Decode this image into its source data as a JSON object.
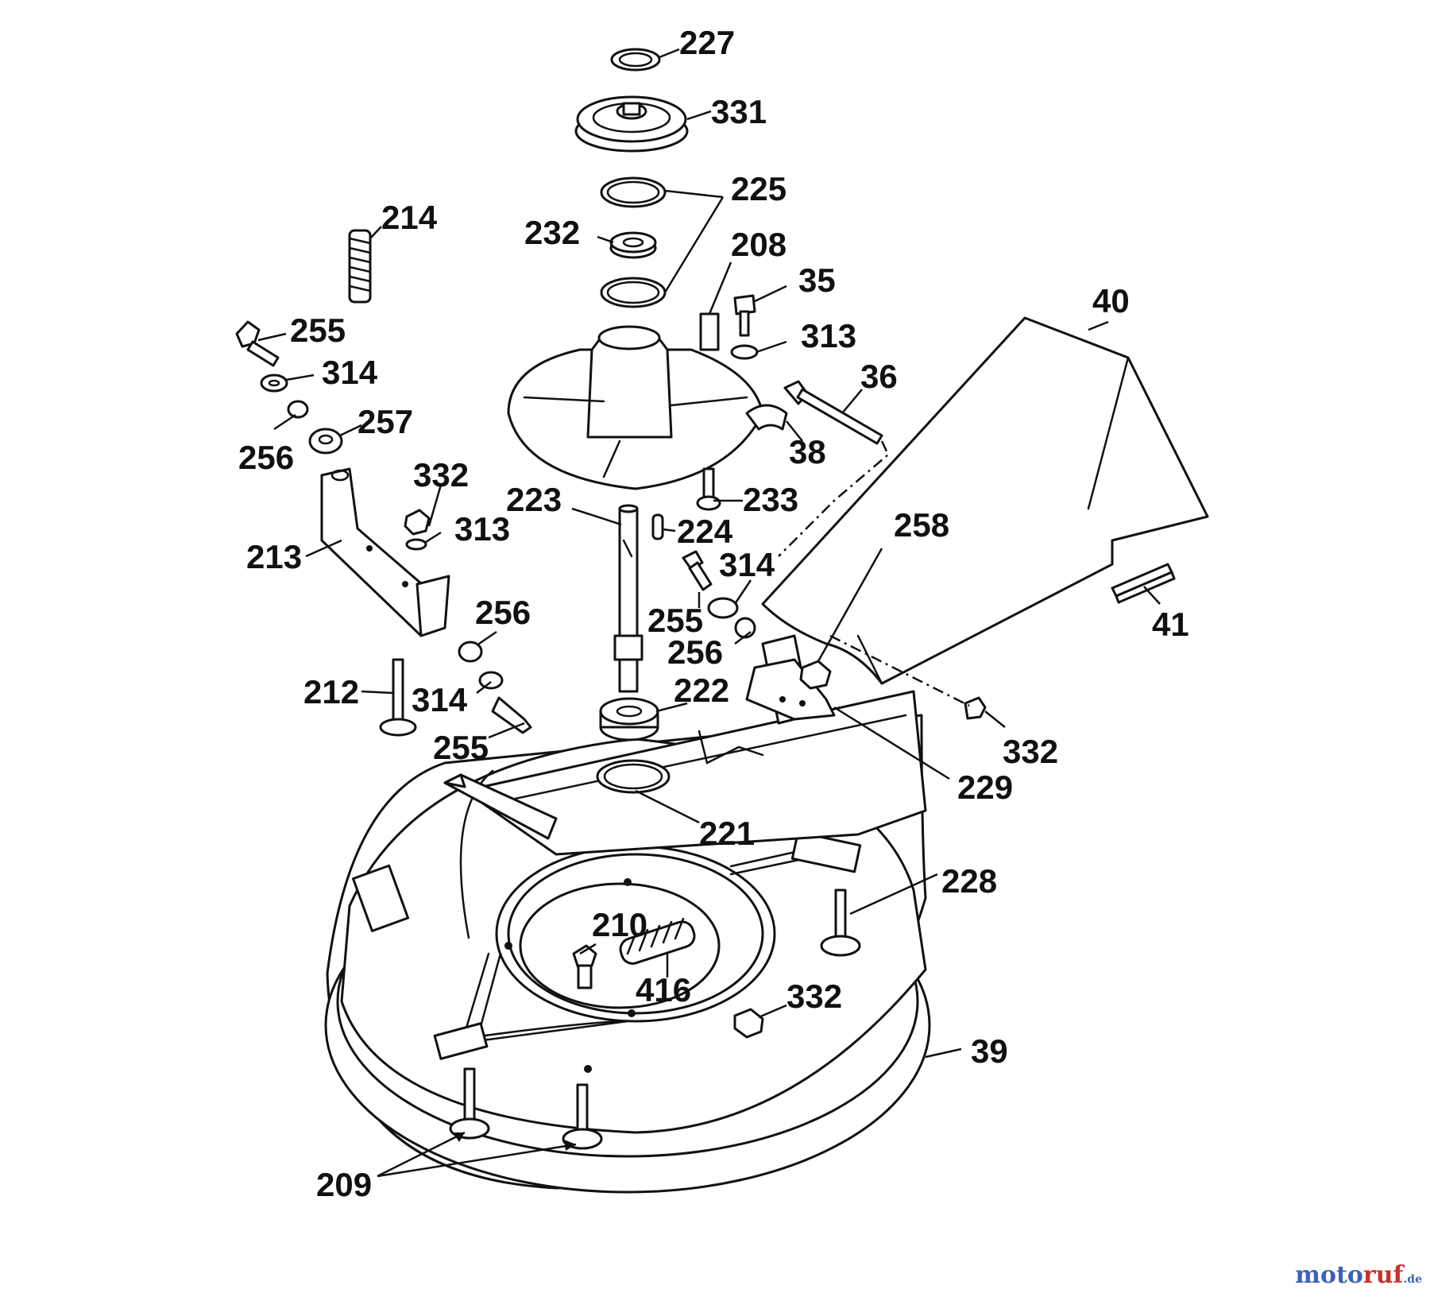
{
  "labels": {
    "l227": "227",
    "l331": "331",
    "l225": "225",
    "l232": "232",
    "l214": "214",
    "l208": "208",
    "l35": "35",
    "l255a": "255",
    "l313a": "313",
    "l40": "40",
    "l314a": "314",
    "l36": "36",
    "l257": "257",
    "l256a": "256",
    "l38": "38",
    "l332a": "332",
    "l233": "233",
    "l223": "223",
    "l313b": "313",
    "l224": "224",
    "l258": "258",
    "l213": "213",
    "l314b": "314",
    "l256b": "256",
    "l255b": "255",
    "l41": "41",
    "l256c": "256",
    "l222": "222",
    "l212": "212",
    "l314c": "314",
    "l255c": "255",
    "l332b": "332",
    "l229": "229",
    "l221": "221",
    "l228": "228",
    "l210": "210",
    "l416": "416",
    "l332c": "332",
    "l39": "39",
    "l209": "209"
  },
  "watermark": {
    "a": "moto",
    "b": "ruf",
    "c": ".de"
  }
}
